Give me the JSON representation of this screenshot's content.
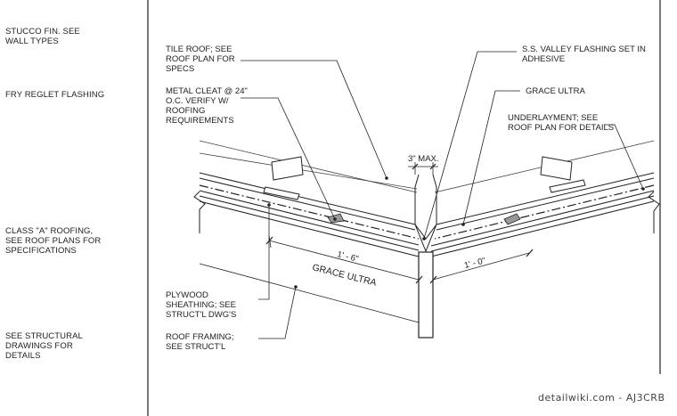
{
  "side_notes": [
    "STUCCO FIN. SEE\nWALL TYPES",
    "FRY REGLET FLASHING",
    "CLASS \"A\" ROOFING,\nSEE ROOF PLANS FOR\nSPECIFICATIONS",
    "SEE STRUCTURAL\nDRAWINGS FOR\nDETAILS"
  ],
  "callouts": {
    "tile_roof": "TILE ROOF; SEE\nROOF PLAN FOR\nSPECS",
    "metal_cleat": "METAL CLEAT @ 24\"\nO.C. VERIFY W/\nROOFING\nREQUIREMENTS",
    "plywood": "PLYWOOD\nSHEATHING; SEE\nSTRUCT'L DWG'S",
    "roof_framing": "ROOF FRAMING;\nSEE STRUCT'L",
    "valley_flashing": "S.S. VALLEY FLASHING SET IN\nADHESIVE",
    "grace_ultra_top": "GRACE ULTRA",
    "underlayment": "UNDERLAYMENT; SEE\nROOF PLAN FOR DETAILS"
  },
  "dimensions": {
    "max_gap": "3\" MAX.",
    "left_run": "1' - 6\"",
    "right_run": "1' - 0\"",
    "grace_ultra_label": "GRACE ULTRA"
  },
  "watermark": "detailwiki.com - AJ3CRB"
}
